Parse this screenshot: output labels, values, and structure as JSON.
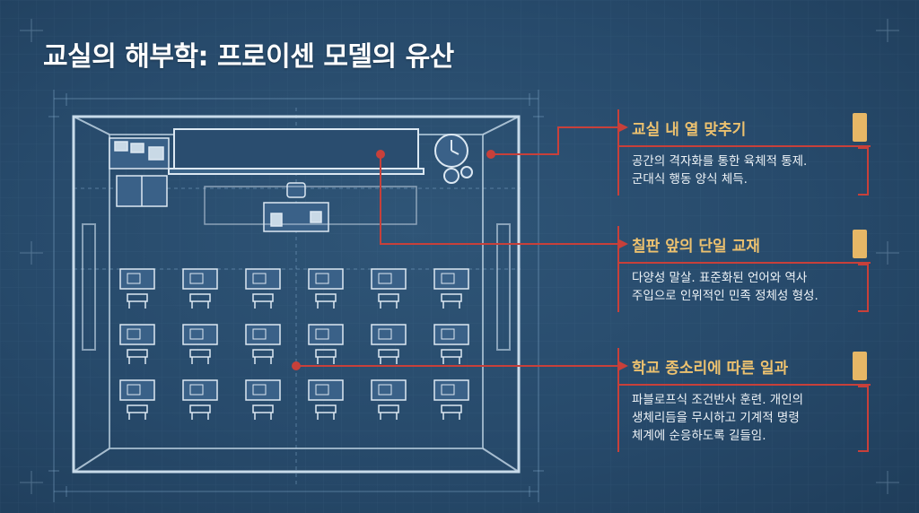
{
  "title": "교실의 해부학: 프로이센 모델의 유산",
  "colors": {
    "background": "#274a6b",
    "line": "#8fb6d6",
    "accent_red": "#c8403a",
    "accent_gold": "#ecc16f"
  },
  "callouts": [
    {
      "title": "교실 내 열 맞추기",
      "lines": [
        "공간의 격자화를 통한 육체적 통제.",
        "군대식 행동 양식 체득."
      ]
    },
    {
      "title": "칠판 앞의 단일 교재",
      "lines": [
        "다양성 말살. 표준화된 언어와 역사",
        "주입으로 인위적인 민족 정체성 형성."
      ]
    },
    {
      "title": "학교 종소리에 따른 일과",
      "lines": [
        "파블로프식 조건반사 훈련. 개인의",
        "생체리듬을 무시하고 기계적 명령",
        "체계에 순응하도록 길들임."
      ]
    }
  ],
  "icons": {
    "clock": "wall-clock-icon",
    "bulletin": "bulletin-board-icon",
    "cabinet": "cabinet-icon"
  },
  "layout_counts": {
    "desk_rows": 3,
    "desk_columns": 6
  }
}
